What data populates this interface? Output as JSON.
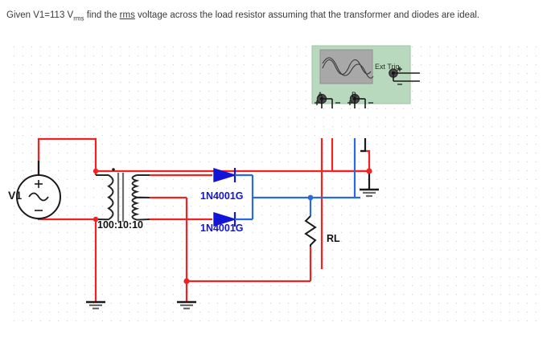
{
  "question": {
    "prefix": "Given V1=113 V",
    "unit_sub": "rms",
    "mid": " find the ",
    "underlined": "rms",
    "suffix": " voltage across the load resistor assuming that the transformer and diodes are ideal."
  },
  "circuit": {
    "title": "center-tapped full-wave rectifier",
    "source": {
      "label": "V1",
      "type": "ac-voltage-source",
      "plus": "+",
      "minus": "−",
      "value_rms": "113 Vrms"
    },
    "transformer": {
      "label": "100:10:10",
      "type": "center-tapped-transformer"
    },
    "diodes": [
      {
        "label": "1N4001G",
        "name": "diode-top"
      },
      {
        "label": "1N4001G",
        "name": "diode-bottom"
      }
    ],
    "load": {
      "label": "RL",
      "type": "resistor"
    },
    "grounds": [
      {
        "name": "ground-primary"
      },
      {
        "name": "ground-center-tap"
      },
      {
        "name": "ground-scope"
      }
    ],
    "colors": {
      "wire_red": "#f22222",
      "wire_blue": "#2a6ae0",
      "wire_black": "#1a1a1a",
      "diode_blue": "#1414d6",
      "scope_body": "#b9d9be",
      "scope_screen": "#a8a8a8",
      "grid_dot": "#cfcfcf"
    }
  },
  "oscilloscope": {
    "name": "oscilloscope",
    "ext_trig_label": "Ext Trig",
    "ext_trig_plus": "+",
    "ext_trig_minus": "−",
    "channels": [
      {
        "label": "A",
        "plus": "+",
        "minus": "−"
      },
      {
        "label": "B",
        "plus": "+",
        "minus": "−"
      }
    ],
    "screen": {
      "traces": 2,
      "waveform": "sine"
    }
  }
}
